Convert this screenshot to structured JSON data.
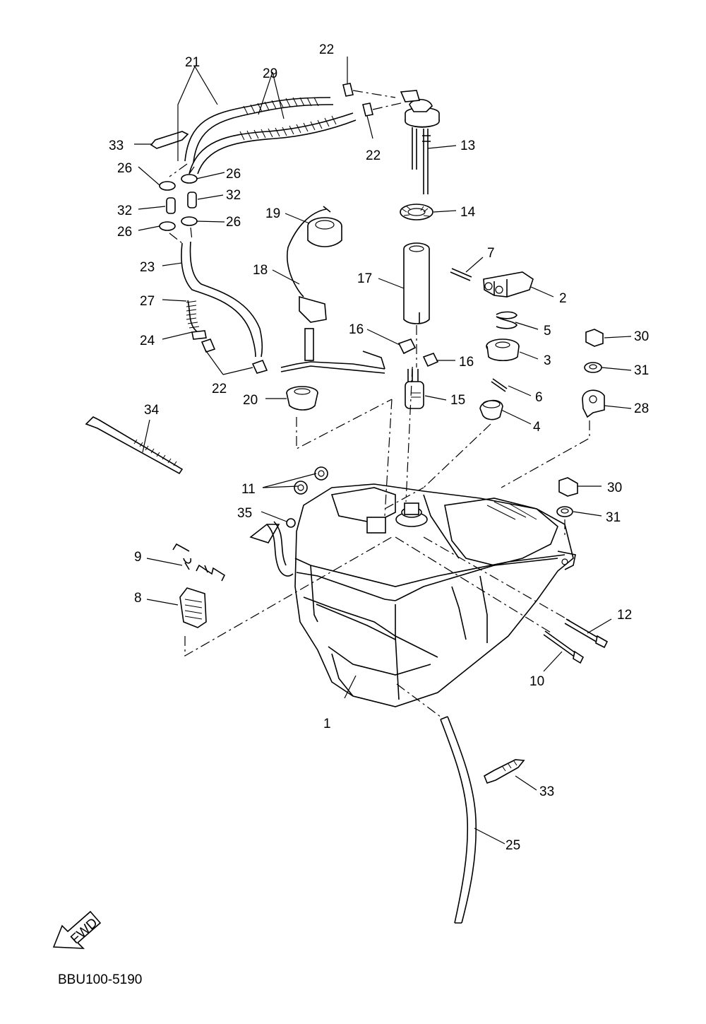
{
  "diagram": {
    "code": "BBU100-5190",
    "fwd_label": "FWD",
    "callouts": [
      {
        "id": "c1",
        "label": "1"
      },
      {
        "id": "c2",
        "label": "2"
      },
      {
        "id": "c3",
        "label": "3"
      },
      {
        "id": "c4",
        "label": "4"
      },
      {
        "id": "c5",
        "label": "5"
      },
      {
        "id": "c6",
        "label": "6"
      },
      {
        "id": "c7",
        "label": "7"
      },
      {
        "id": "c8",
        "label": "8"
      },
      {
        "id": "c9",
        "label": "9"
      },
      {
        "id": "c10",
        "label": "10"
      },
      {
        "id": "c11",
        "label": "11"
      },
      {
        "id": "c12",
        "label": "12"
      },
      {
        "id": "c13",
        "label": "13"
      },
      {
        "id": "c14",
        "label": "14"
      },
      {
        "id": "c15",
        "label": "15"
      },
      {
        "id": "c16a",
        "label": "16"
      },
      {
        "id": "c16b",
        "label": "16"
      },
      {
        "id": "c17",
        "label": "17"
      },
      {
        "id": "c18",
        "label": "18"
      },
      {
        "id": "c19",
        "label": "19"
      },
      {
        "id": "c20",
        "label": "20"
      },
      {
        "id": "c21",
        "label": "21"
      },
      {
        "id": "c22a",
        "label": "22"
      },
      {
        "id": "c22b",
        "label": "22"
      },
      {
        "id": "c22c",
        "label": "22"
      },
      {
        "id": "c23",
        "label": "23"
      },
      {
        "id": "c24",
        "label": "24"
      },
      {
        "id": "c25",
        "label": "25"
      },
      {
        "id": "c26a",
        "label": "26"
      },
      {
        "id": "c26b",
        "label": "26"
      },
      {
        "id": "c26c",
        "label": "26"
      },
      {
        "id": "c26d",
        "label": "26"
      },
      {
        "id": "c27",
        "label": "27"
      },
      {
        "id": "c28",
        "label": "28"
      },
      {
        "id": "c29",
        "label": "29"
      },
      {
        "id": "c30a",
        "label": "30"
      },
      {
        "id": "c30b",
        "label": "30"
      },
      {
        "id": "c31a",
        "label": "31"
      },
      {
        "id": "c31b",
        "label": "31"
      },
      {
        "id": "c32a",
        "label": "32"
      },
      {
        "id": "c32b",
        "label": "32"
      },
      {
        "id": "c33a",
        "label": "33"
      },
      {
        "id": "c33b",
        "label": "33"
      },
      {
        "id": "c34",
        "label": "34"
      },
      {
        "id": "c35",
        "label": "35"
      }
    ]
  }
}
